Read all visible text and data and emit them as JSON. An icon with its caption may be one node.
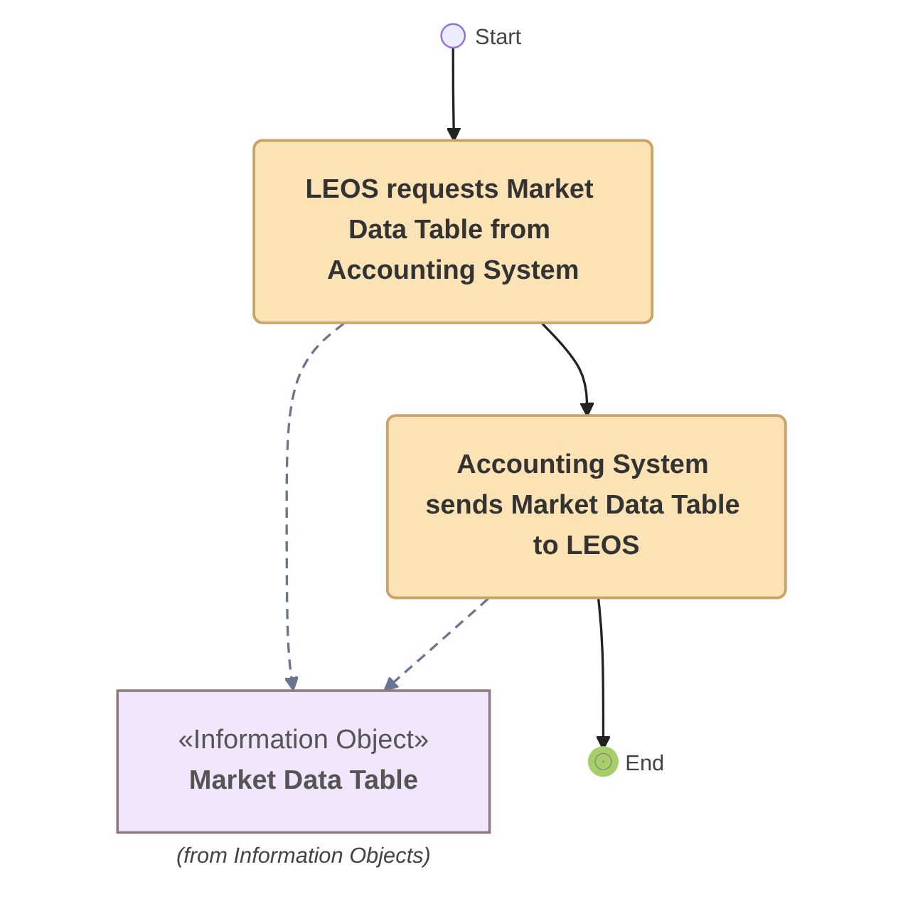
{
  "diagram": {
    "nodes": [
      {
        "text": [],
        "shape": "circle",
        "beside": [
          "Start"
        ]
      },
      {
        "text": [
          "LEOS requests Market Data Table from Accounting System"
        ]
      },
      {
        "text": [
          "«Information Object»",
          "Market Data Table"
        ],
        "beside": [
          "(from Information Objects)"
        ]
      },
      {
        "text": [
          "Accounting System sends Market Data Table to LEOS"
        ]
      },
      {
        "text": [],
        "shape": "circle",
        "beside": [
          "End"
        ]
      }
    ],
    "edges": [
      {
        "from": 0,
        "to": 1,
        "arrow": "to"
      },
      {
        "from": 1,
        "to": 2,
        "arrow": "to",
        "style": "dashed",
        "color": "#6b7590"
      },
      {
        "from": 1,
        "to": 3,
        "arrow": "to"
      },
      {
        "from": 3,
        "to": 2,
        "arrow": "to",
        "style": "dashed",
        "color": "#6b7590"
      },
      {
        "from": 3,
        "to": 4,
        "arrow": "to"
      }
    ]
  }
}
